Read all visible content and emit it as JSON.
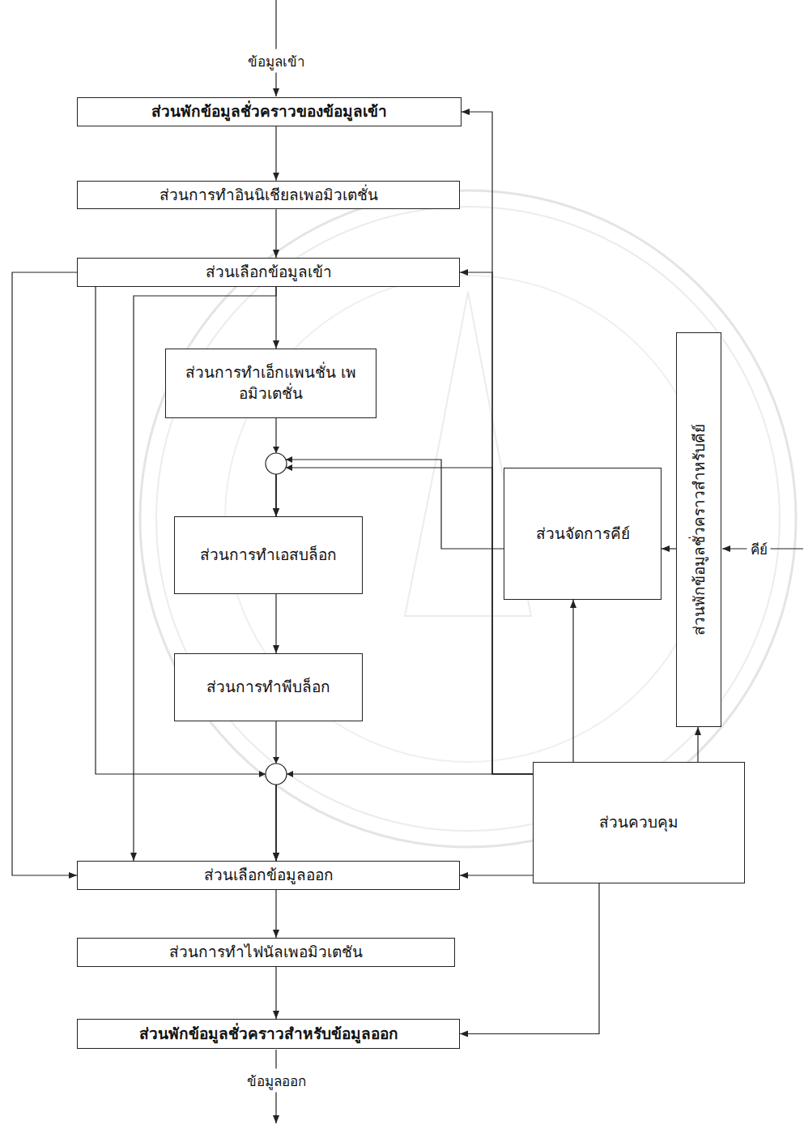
{
  "diagram": {
    "nodes": [
      {
        "text": [
          "ส่วนพักข้อมูลชั่วคราวของข้อมูลเข้า"
        ]
      },
      {
        "text": [
          "ส่วนการทำอินนิเชียลเพอมิวเตชั่น"
        ]
      },
      {
        "text": [
          "ส่วนเลือกข้อมูลเข้า"
        ]
      },
      {
        "text": [
          "ส่วนการทำเอ็กแพนชั่น เพอมิวเตชั่น"
        ]
      },
      {
        "text": [
          "ส่วนพักข้อมูลชั่วคราวสำหรับคีย์"
        ]
      },
      {
        "text": [
          "ส่วนจัดการคีย์"
        ]
      },
      {
        "text": [
          "ส่วนการทำเอสบล็อก"
        ]
      },
      {
        "text": [
          "ส่วนการทำพีบล็อก"
        ]
      },
      {
        "text": [
          "ส่วนควบคุม"
        ]
      },
      {
        "text": [
          "ส่วนเลือกข้อมูลออก"
        ]
      },
      {
        "text": [
          "ส่วนการทำไฟนัลเพอมิวเตชัน"
        ]
      },
      {
        "text": [
          "ส่วนพักข้อมูลชั่วคราวสำหรับข้อมูลออก"
        ]
      }
    ],
    "edges": [
      {
        "from": 0,
        "to": 1,
        "arrow": "to"
      },
      {
        "from": 1,
        "to": 2,
        "arrow": "to"
      },
      {
        "from": 2,
        "to": 3,
        "arrow": "to"
      },
      {
        "from": 2,
        "to": 9,
        "arrow": "to"
      },
      {
        "from": 2,
        "to": 9,
        "arrow": "to"
      },
      {
        "from": 2,
        "to": 9,
        "arrow": "to"
      },
      {
        "from": 3,
        "to": 6,
        "arrow": "to"
      },
      {
        "from": 5,
        "to": 6,
        "arrow": "to"
      },
      {
        "from": 6,
        "to": 7,
        "arrow": "to"
      },
      {
        "from": 7,
        "to": 9,
        "arrow": "to"
      },
      {
        "from": 4,
        "to": 5,
        "arrow": "to"
      },
      {
        "from": 8,
        "to": 0,
        "arrow": "to"
      },
      {
        "from": 8,
        "to": 2,
        "arrow": "to"
      },
      {
        "from": 8,
        "to": 6,
        "arrow": "to"
      },
      {
        "from": 8,
        "to": 9,
        "arrow": "to"
      },
      {
        "from": 8,
        "to": 9,
        "arrow": "to"
      },
      {
        "from": 8,
        "to": 5,
        "arrow": "to"
      },
      {
        "from": 8,
        "to": 4,
        "arrow": "to"
      },
      {
        "from": 8,
        "to": 11,
        "arrow": "to"
      },
      {
        "from": 9,
        "to": 10,
        "arrow": "to"
      },
      {
        "from": 10,
        "to": 11,
        "arrow": "to"
      }
    ],
    "labels": [
      "ข้อมูลเข้า",
      "คีย์",
      "ข้อมูลออก"
    ]
  }
}
